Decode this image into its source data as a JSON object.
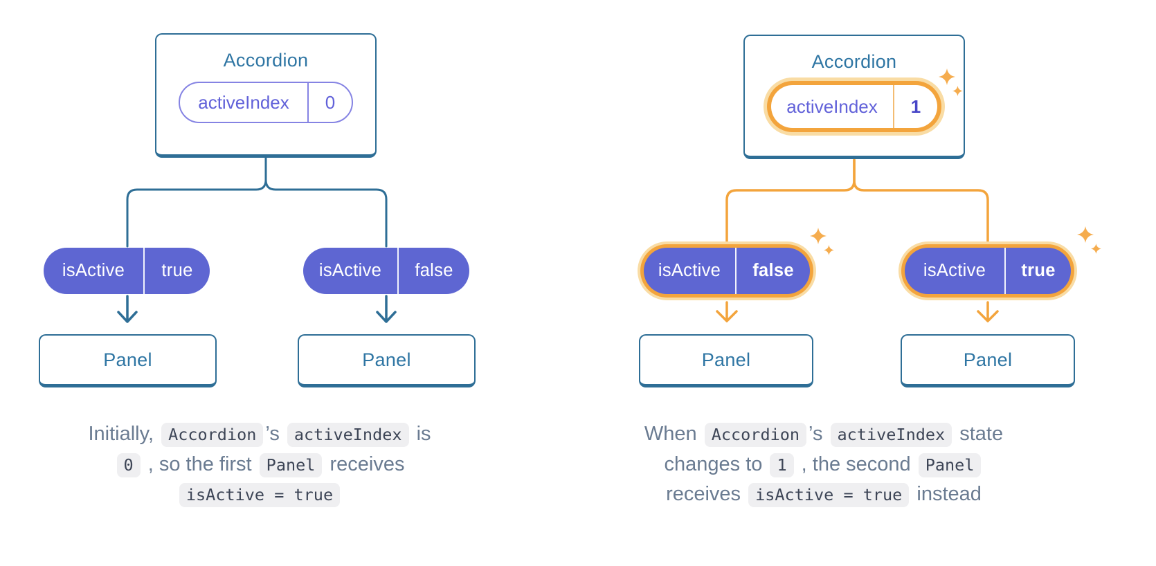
{
  "palette": {
    "teal_border": "#2E6E96",
    "teal_text": "#2E75A3",
    "pill_purple": "#5E66D2",
    "purple_border": "#8583E3",
    "purple_text": "#6161D9",
    "bold_value_purple": "#4745C7",
    "highlight_orange": "#F3A43C",
    "highlight_glow": "#F9DCA4",
    "sparkle_orange": "#F5AC4E",
    "caption_text": "#6A7B91",
    "code_bg": "#EFEFF1",
    "code_text": "#3D4556"
  },
  "icons": {
    "sparkle": "four-point-star-sparkle-icon"
  },
  "figures": [
    {
      "accordion": {
        "title": "Accordion",
        "state_name": "activeIndex",
        "state_value": "0"
      },
      "props": [
        {
          "name": "isActive",
          "value": "true"
        },
        {
          "name": "isActive",
          "value": "false"
        }
      ],
      "panels": [
        {
          "label": "Panel"
        },
        {
          "label": "Panel"
        }
      ],
      "caption_segments": [
        {
          "type": "text",
          "text": "Initially, "
        },
        {
          "type": "code",
          "text": "Accordion"
        },
        {
          "type": "text",
          "text": "’s "
        },
        {
          "type": "code",
          "text": "activeIndex"
        },
        {
          "type": "text",
          "text": " is"
        },
        {
          "type": "br"
        },
        {
          "type": "code",
          "text": "0"
        },
        {
          "type": "text",
          "text": " , so the first "
        },
        {
          "type": "code",
          "text": "Panel"
        },
        {
          "type": "text",
          "text": " receives"
        },
        {
          "type": "br"
        },
        {
          "type": "code",
          "text": "isActive = true"
        }
      ]
    },
    {
      "accordion": {
        "title": "Accordion",
        "state_name": "activeIndex",
        "state_value": "1"
      },
      "props": [
        {
          "name": "isActive",
          "value": "false"
        },
        {
          "name": "isActive",
          "value": "true"
        }
      ],
      "panels": [
        {
          "label": "Panel"
        },
        {
          "label": "Panel"
        }
      ],
      "caption_segments": [
        {
          "type": "text",
          "text": "When "
        },
        {
          "type": "code",
          "text": "Accordion"
        },
        {
          "type": "text",
          "text": "’s "
        },
        {
          "type": "code",
          "text": "activeIndex"
        },
        {
          "type": "text",
          "text": " state"
        },
        {
          "type": "br"
        },
        {
          "type": "text",
          "text": "changes to "
        },
        {
          "type": "code",
          "text": "1"
        },
        {
          "type": "text",
          "text": " , the second "
        },
        {
          "type": "code",
          "text": "Panel"
        },
        {
          "type": "br"
        },
        {
          "type": "text",
          "text": "receives "
        },
        {
          "type": "code",
          "text": "isActive = true"
        },
        {
          "type": "text",
          "text": " instead"
        }
      ]
    }
  ]
}
